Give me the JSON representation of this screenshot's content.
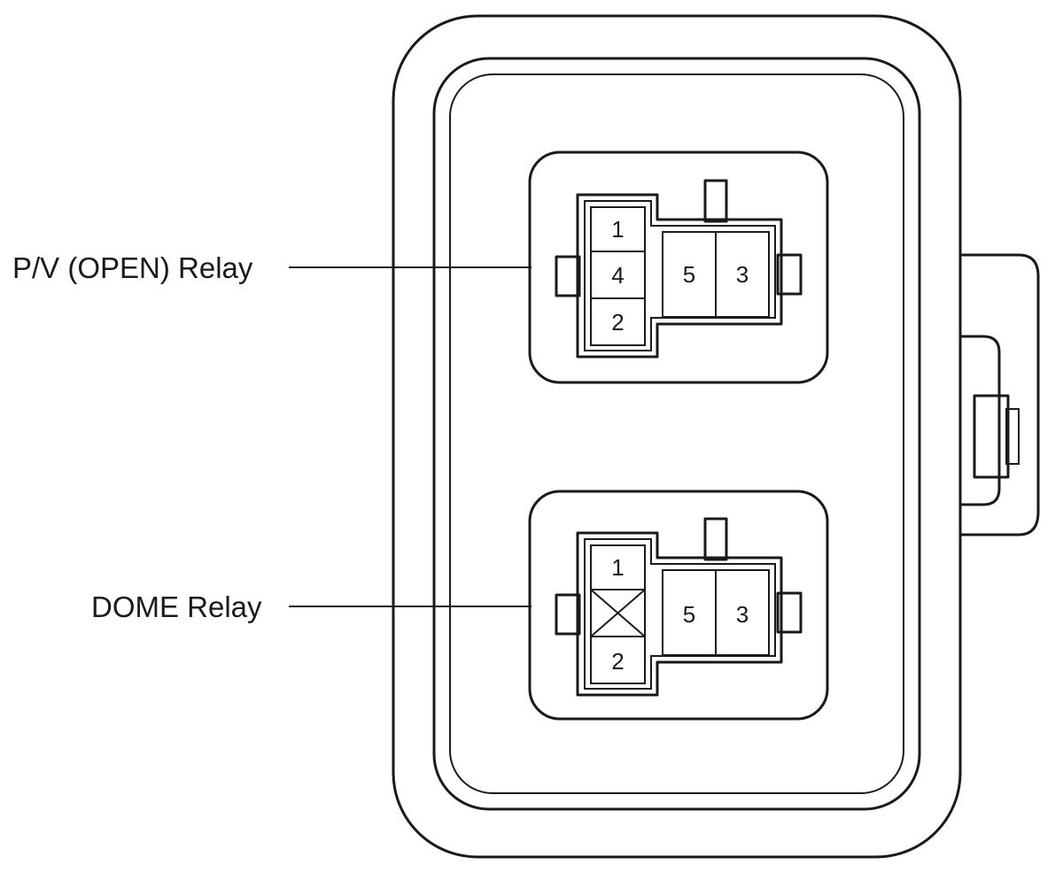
{
  "labels": {
    "relay_top": "P/V (OPEN) Relay",
    "relay_bottom": "DOME Relay"
  },
  "relay_top": {
    "pins_left": [
      "1",
      "4",
      "2"
    ],
    "pins_right": [
      "5",
      "3"
    ]
  },
  "relay_bottom": {
    "pins_left": [
      "1",
      "2"
    ],
    "pins_right": [
      "5",
      "3"
    ],
    "blank_pin_marker": "X"
  },
  "colors": {
    "line": "#1a1a1a",
    "background": "#ffffff"
  }
}
